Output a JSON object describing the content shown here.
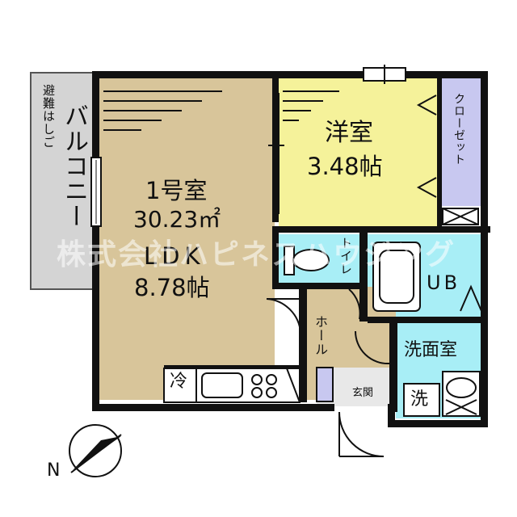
{
  "plan": {
    "balcony": {
      "label": "バルコニー",
      "evacuation": "避難はしご"
    },
    "ldk": {
      "room_no": "1号室",
      "area": "30.23㎡",
      "type": "LDK",
      "size": "8.78帖"
    },
    "western": {
      "label": "洋室",
      "size": "3.48帖"
    },
    "closet": "クローゼット",
    "toilet": "トイレ",
    "ub": "UB",
    "hall": "ホール",
    "washroom": "洗面室",
    "washer": "洗",
    "entrance": "玄関",
    "fridge": "冷",
    "watermark": "株式会社ハピネスハウジング",
    "compass": "N"
  },
  "colors": {
    "ldk": "#d8c59a",
    "western": "#f5f29a",
    "wet": "#a8eef6",
    "balcony": "#d4d4d4",
    "closet": "#c8c8f0",
    "wall": "#111111"
  }
}
